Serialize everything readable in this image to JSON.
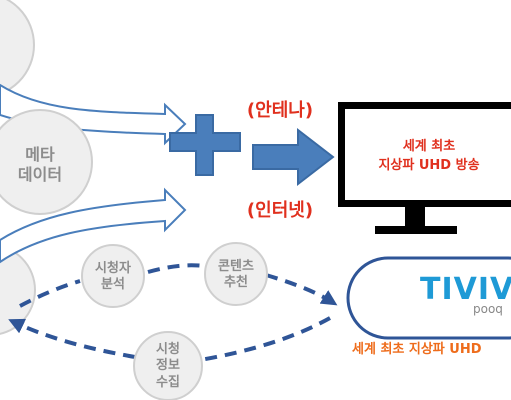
{
  "nodes": {
    "metadata": "메타\n데이터",
    "viewer_analysis": "시청자\n분석",
    "content_recommend": "콘텐츠\n추천",
    "viewing_info_collect": "시청\n정보\n수집"
  },
  "channels": {
    "antenna": "(안테나)",
    "internet": "(인터넷)"
  },
  "tv_screen_text": "세계 최초\n지상파 UHD 방송",
  "service": {
    "logo_text": "TIVIV",
    "logo_sub": "pooq",
    "caption": "세계 최초 지상파 UHD"
  },
  "colors": {
    "arrow_blue": "#4a7ebb",
    "arrow_edge": "#3a6aa3",
    "node_fill": "#efefef",
    "node_edge": "#cfcfcf",
    "dashed_blue": "#2f5597",
    "red_label": "#e0301e",
    "orange_caption": "#ee6c1b",
    "logo_blue": "#1e9ad6"
  }
}
